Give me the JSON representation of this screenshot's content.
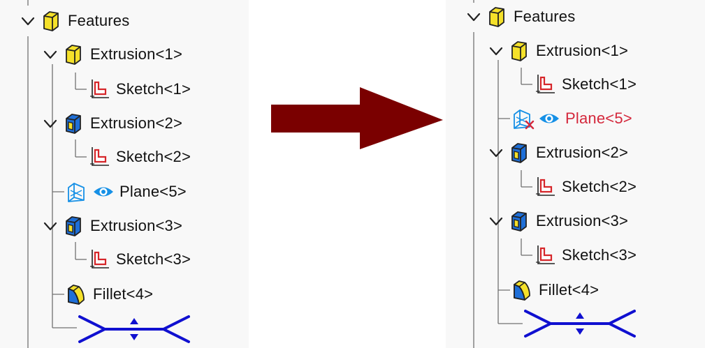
{
  "before": {
    "root": {
      "label": "Features",
      "icon": "features-cube-yellow-icon"
    },
    "items": [
      {
        "label": "Extrusion<1>",
        "icon": "extrusion-yellow-icon"
      },
      {
        "label": "Sketch<1>",
        "icon": "sketch-icon"
      },
      {
        "label": "Extrusion<2>",
        "icon": "extrusion-blue-icon"
      },
      {
        "label": "Sketch<2>",
        "icon": "sketch-icon"
      },
      {
        "label": "Plane<5>",
        "icon": "plane-icon"
      },
      {
        "label": "Extrusion<3>",
        "icon": "extrusion-blue-icon"
      },
      {
        "label": "Sketch<3>",
        "icon": "sketch-icon"
      },
      {
        "label": "Fillet<4>",
        "icon": "fillet-icon"
      }
    ],
    "rollback": {
      "icon": "rollback-bar-icon"
    }
  },
  "after": {
    "root": {
      "label": "Features",
      "icon": "features-cube-yellow-icon"
    },
    "items": [
      {
        "label": "Extrusion<1>",
        "icon": "extrusion-yellow-icon"
      },
      {
        "label": "Sketch<1>",
        "icon": "sketch-icon"
      },
      {
        "label": "Plane<5>",
        "icon": "plane-error-icon",
        "color": "#d4283c"
      },
      {
        "label": "Extrusion<2>",
        "icon": "extrusion-blue-icon"
      },
      {
        "label": "Sketch<2>",
        "icon": "sketch-icon"
      },
      {
        "label": "Extrusion<3>",
        "icon": "extrusion-blue-icon"
      },
      {
        "label": "Sketch<3>",
        "icon": "sketch-icon"
      },
      {
        "label": "Fillet<4>",
        "icon": "fillet-icon"
      }
    ],
    "rollback": {
      "icon": "rollback-bar-icon"
    }
  },
  "arrow": {
    "icon": "right-arrow-icon",
    "color": "#7a0000"
  },
  "colors": {
    "yellow": "#f5e12a",
    "blue": "#1e6fd8",
    "sketch_red": "#d6262a",
    "eye_blue": "#1690e6",
    "error_red": "#d4283c",
    "rollback_blue": "#1010d0"
  }
}
